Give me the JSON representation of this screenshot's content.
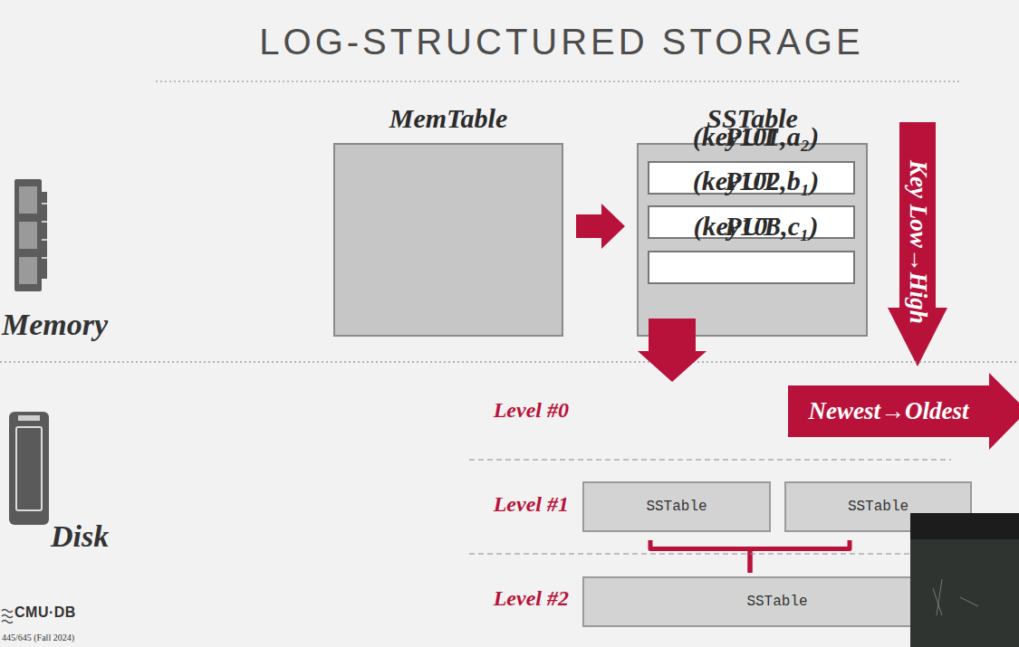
{
  "diagram": {
    "title": "LOG-STRUCTURED STORAGE",
    "nodes": [
      {
        "text": [
          "MemTable"
        ]
      },
      {
        "text": [
          "SSTable"
        ]
      },
      {
        "text": [
          "PUT",
          "(key101,a₂)"
        ],
        "in": 1
      },
      {
        "text": [
          "PUT",
          "(key102,b₁)"
        ],
        "in": 1
      },
      {
        "text": [
          "PUT",
          "(key103,c₁)"
        ],
        "in": 1
      },
      {
        "text": [
          "Key Low→High"
        ]
      },
      {
        "text": [
          "Newest→Oldest"
        ]
      },
      {
        "text": [
          "SSTable"
        ]
      },
      {
        "text": [
          "SSTable"
        ]
      },
      {
        "text": [
          "SSTable"
        ]
      }
    ],
    "edges": [
      {
        "from": 0,
        "to": 1,
        "arrow": "to"
      },
      {
        "from": 7,
        "to": 9,
        "arrow": "none"
      },
      {
        "from": 8,
        "to": 9,
        "arrow": "none"
      }
    ],
    "labels": [
      "Memory",
      "Disk",
      "Level #0",
      "Level #1",
      "Level #2",
      "CMU·DB",
      "445/645 (Fall 2024)"
    ]
  }
}
